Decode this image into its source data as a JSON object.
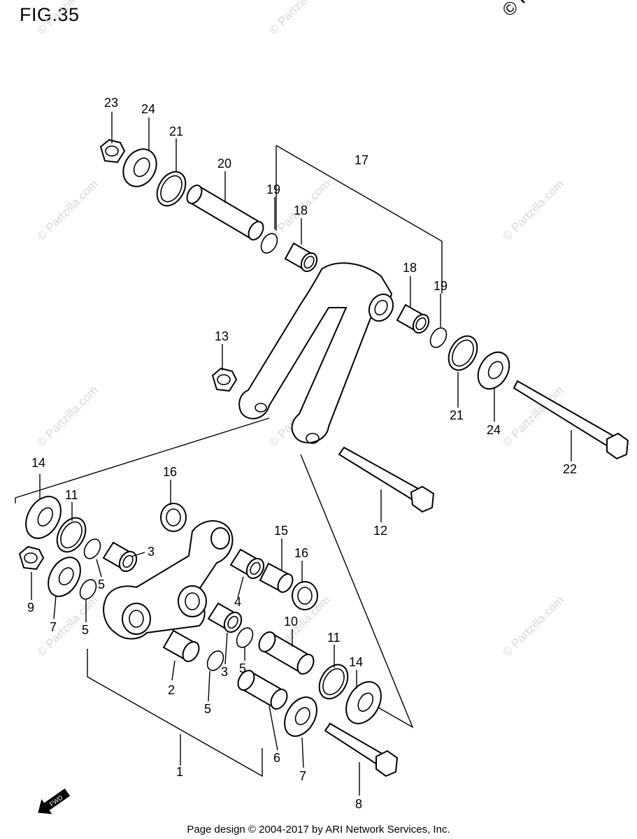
{
  "figure": {
    "title": "FIG.35"
  },
  "corner_mark": "© Partz",
  "watermark": "© Partzilla.com",
  "labels": [
    "23",
    "24",
    "21",
    "20",
    "19",
    "18",
    "17",
    "18",
    "19",
    "21",
    "24",
    "22",
    "13",
    "12",
    "14",
    "11",
    "16",
    "3",
    "15",
    "16",
    "9",
    "7",
    "5",
    "5",
    "5",
    "4",
    "10",
    "11",
    "14",
    "3",
    "2",
    "5",
    "6",
    "7",
    "8",
    "1"
  ],
  "footer": "Page design © 2004-2017 by ARI Network Services, Inc.",
  "fwd_icon": {
    "name": "fwd-arrow-icon",
    "text": "FWD"
  }
}
